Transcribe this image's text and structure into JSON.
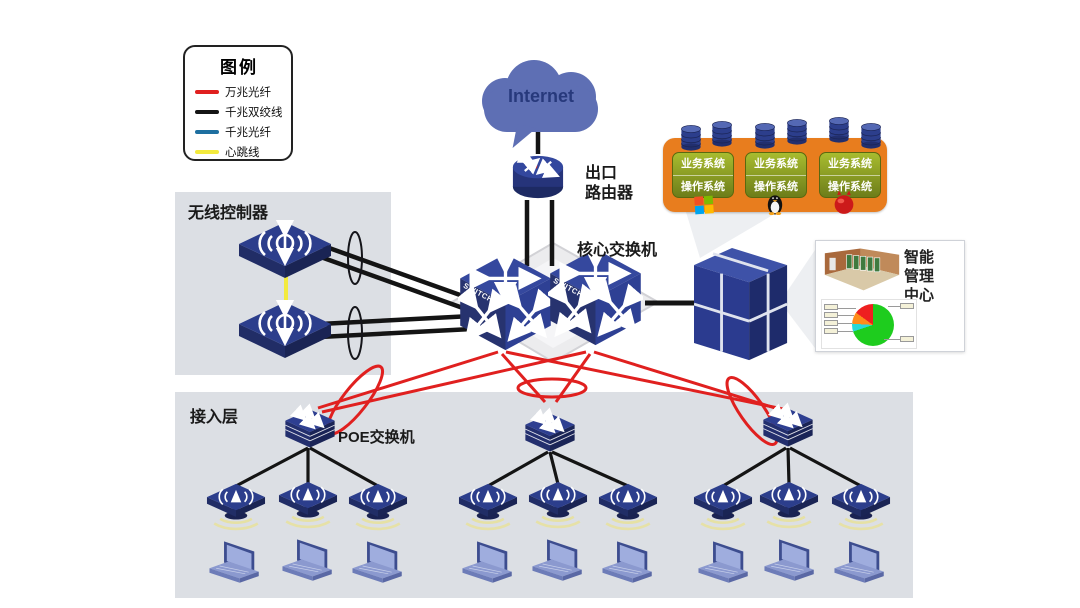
{
  "legend": {
    "title": "图例",
    "items": [
      {
        "label": "万兆光纤",
        "color": "#e0201f"
      },
      {
        "label": "千兆双绞线",
        "color": "#141414"
      },
      {
        "label": "千兆光纤",
        "color": "#1e6fa0"
      },
      {
        "label": "心跳线",
        "color": "#f3ea3e"
      }
    ]
  },
  "labels": {
    "internet": "Internet",
    "router": "出口\n路由器",
    "core_switch": "核心交换机",
    "wireless_controller": "无线控制器",
    "access_layer": "接入层",
    "poe_switch": "POE交换机",
    "mgmt_center": "智能\n管理\n中心",
    "switch_text": "SWITCH"
  },
  "business": {
    "groups": [
      {
        "app": "业务系统",
        "os": "操作系统",
        "icon": "windows-logo"
      },
      {
        "app": "业务系统",
        "os": "操作系统",
        "icon": "linux-tux"
      },
      {
        "app": "业务系统",
        "os": "操作系统",
        "icon": "freebsd-daemon"
      }
    ]
  },
  "chart_data": {
    "type": "pie",
    "title": "",
    "location": "intelligent-management-center-panel",
    "segments": [
      {
        "label": "",
        "value": 70,
        "color": "#1ecc1e"
      },
      {
        "label": "",
        "value": 6,
        "color": "#28d8d8"
      },
      {
        "label": "",
        "value": 9,
        "color": "#ff8c1a"
      },
      {
        "label": "",
        "value": 15,
        "color": "#ee2020"
      }
    ],
    "legend_position": "none"
  },
  "colors": {
    "fiber_10g": "#e0201f",
    "twisted_pair": "#141414",
    "fiber_1g": "#1e6fa0",
    "heartbeat": "#f3ea3e",
    "device_navy": "#2c3e8c",
    "zone_bg": "#dcdfe4",
    "business_block": "#e87d1e",
    "cloud_blue": "#5e6fb4"
  }
}
